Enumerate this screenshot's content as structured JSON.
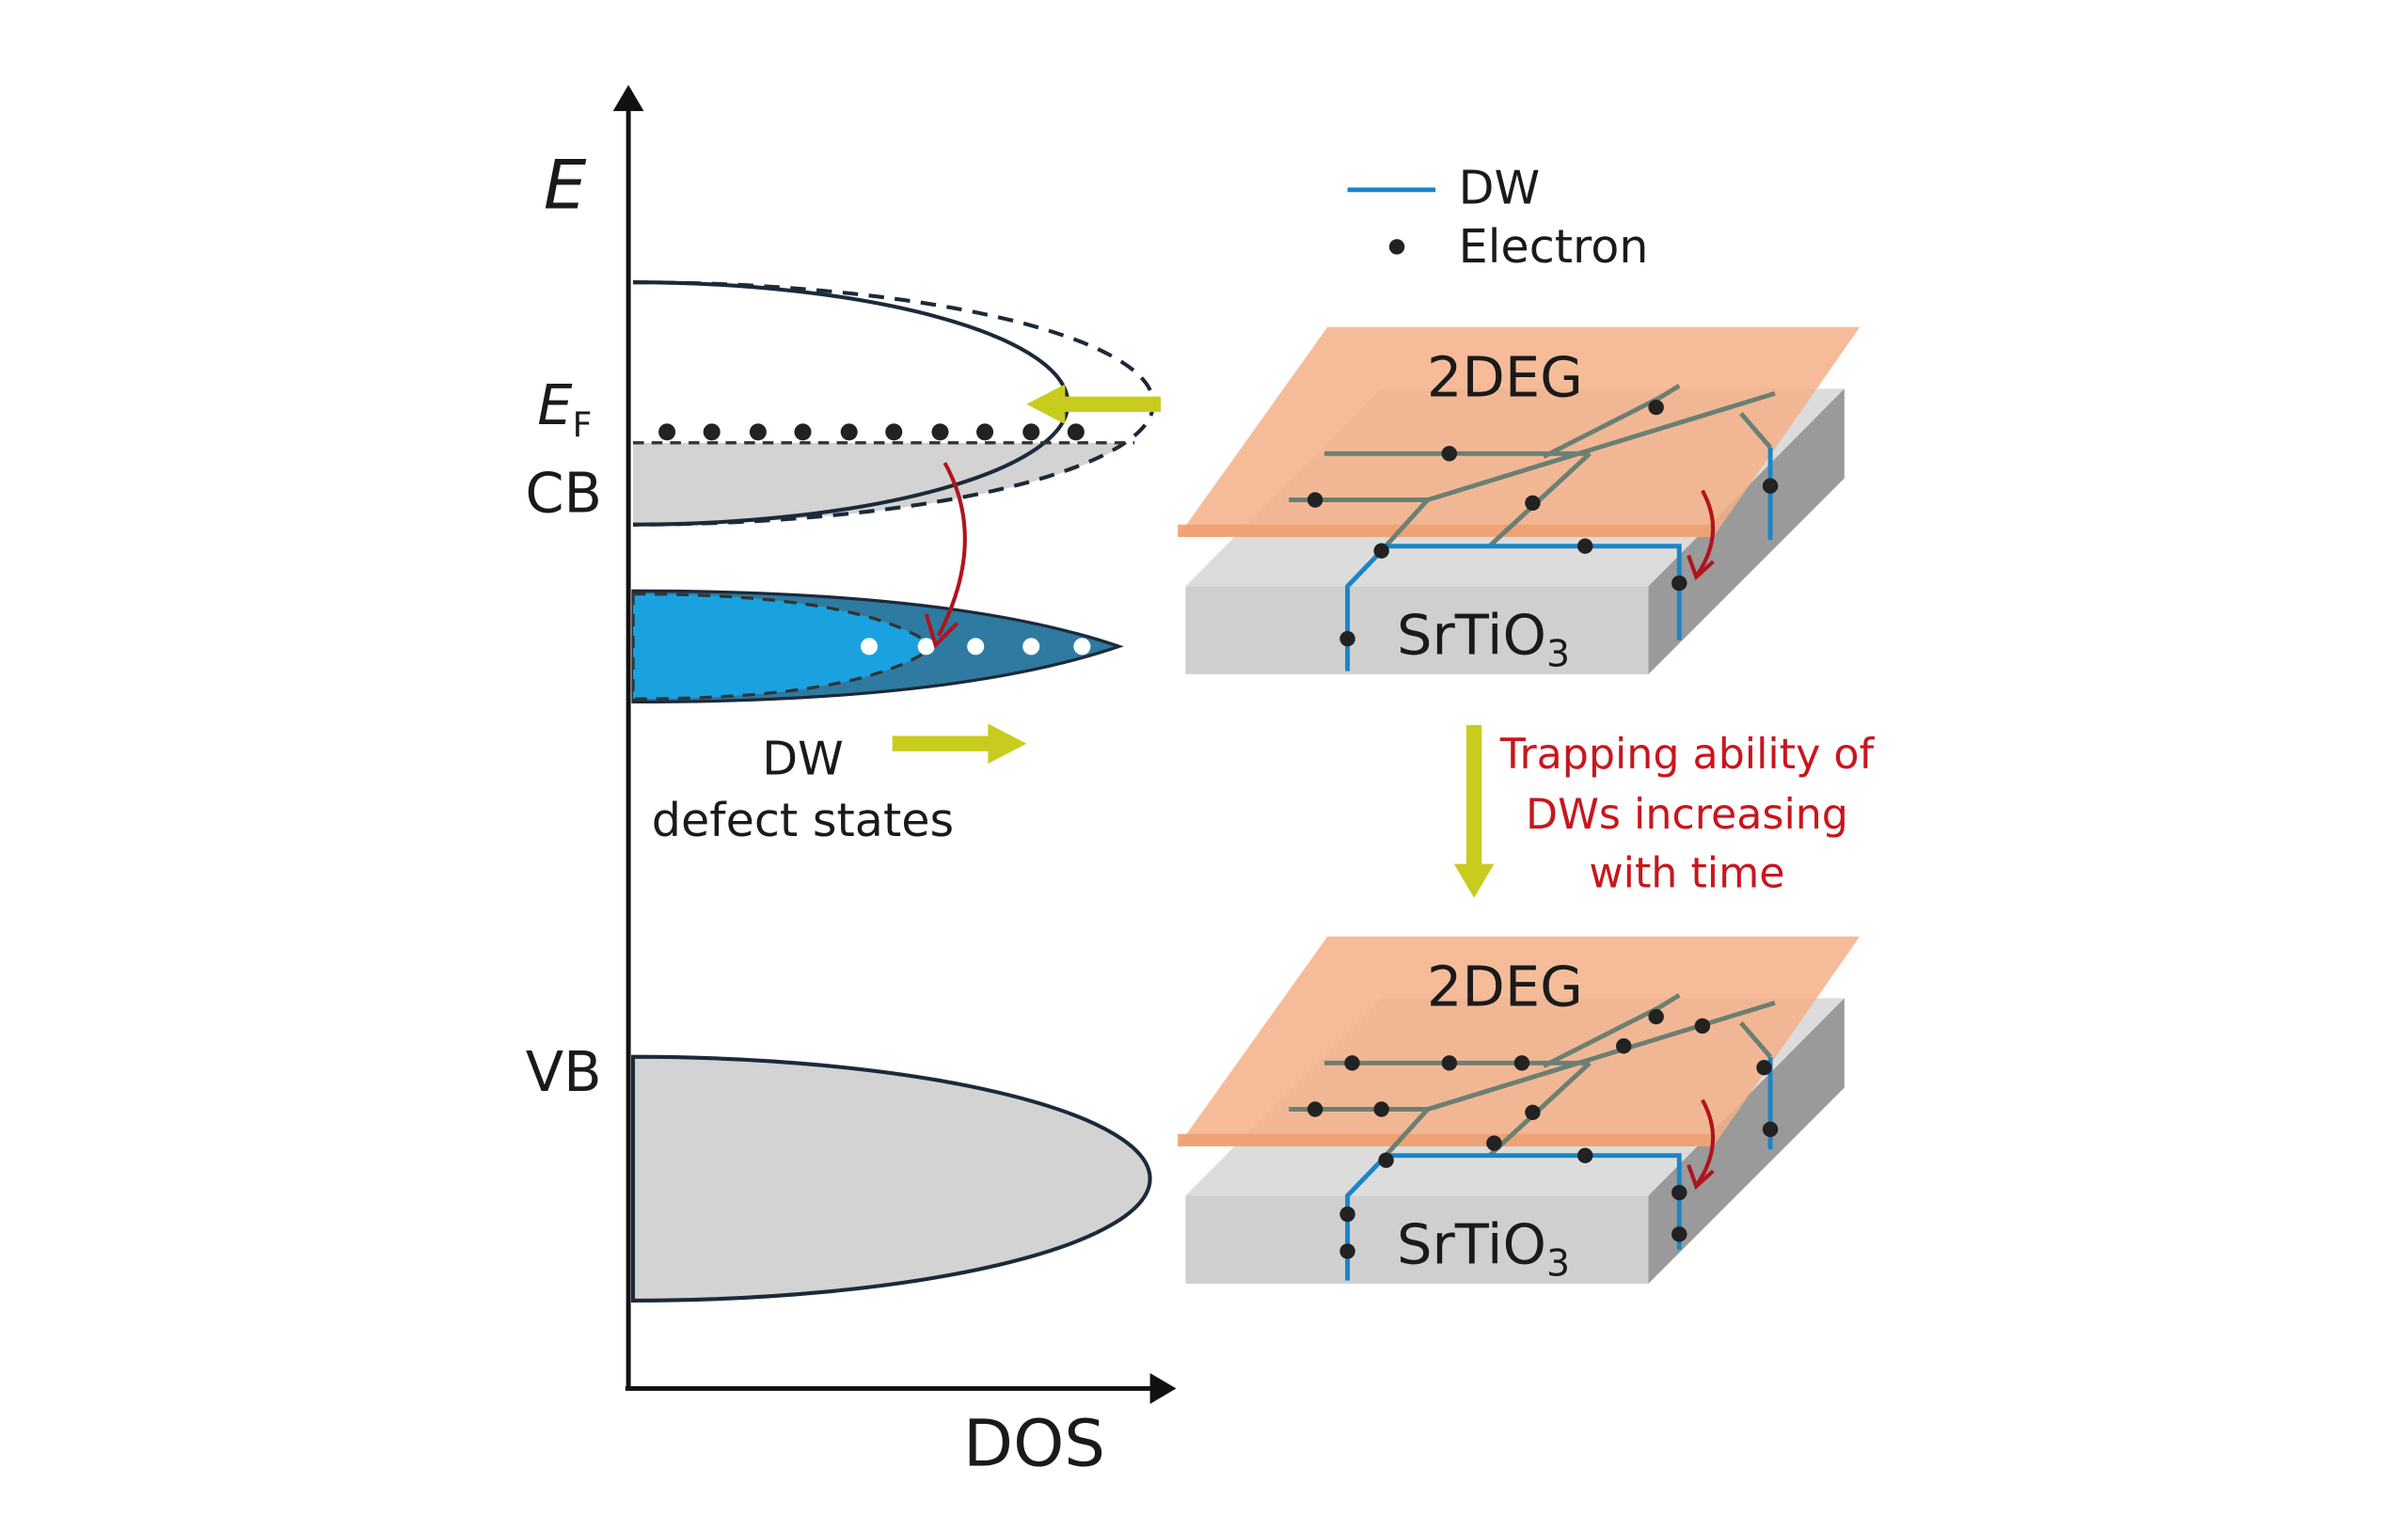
{
  "axes": {
    "y_label": "E",
    "x_label": "DOS",
    "fermi_label": "E",
    "fermi_sub": "F"
  },
  "bands": {
    "cb": "CB",
    "vb": "VB",
    "dw_line1": "DW",
    "dw_line2": "defect states"
  },
  "legend": {
    "dw": "DW",
    "electron": "Electron"
  },
  "blocks": {
    "top_layer": "2DEG",
    "substrate": "SrTiO",
    "substrate_sub": "3"
  },
  "caption": {
    "line1": "Trapping ability of",
    "line2": "DWs increasing",
    "line3": "with time"
  },
  "colors": {
    "dw_blue": "#1a86c7",
    "layer_orange": "#f4b088",
    "arrow_yellow": "#c8cc1e",
    "arrow_red": "#b0141c",
    "defect_dark": "#2f7aa0",
    "defect_light": "#1aa2e0",
    "band_gray": "#d3d3d3"
  }
}
